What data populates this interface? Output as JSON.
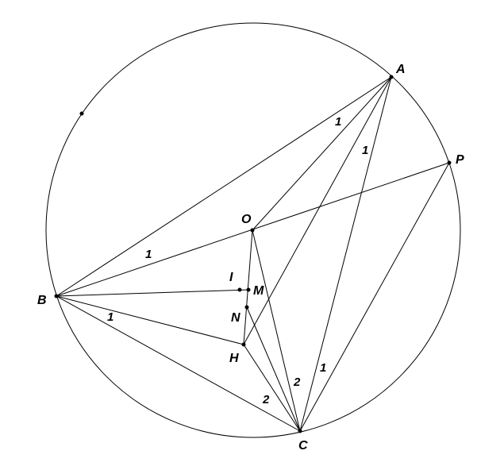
{
  "diagram": {
    "points": [
      {
        "id": "A",
        "label": "A"
      },
      {
        "id": "B",
        "label": "B"
      },
      {
        "id": "C",
        "label": "C"
      },
      {
        "id": "P",
        "label": "P"
      },
      {
        "id": "O",
        "label": "O"
      },
      {
        "id": "I",
        "label": "I"
      },
      {
        "id": "M",
        "label": "M"
      },
      {
        "id": "N",
        "label": "N"
      },
      {
        "id": "H",
        "label": "H"
      },
      {
        "id": "D",
        "label": ""
      }
    ],
    "segments": [
      [
        "A",
        "B"
      ],
      [
        "A",
        "C"
      ],
      [
        "B",
        "C"
      ],
      [
        "B",
        "P"
      ],
      [
        "P",
        "C"
      ],
      [
        "A",
        "O"
      ],
      [
        "O",
        "C"
      ],
      [
        "O",
        "H"
      ],
      [
        "A",
        "H"
      ],
      [
        "B",
        "H"
      ],
      [
        "H",
        "C"
      ],
      [
        "B",
        "M"
      ],
      [
        "N",
        "C"
      ]
    ],
    "edge_labels": [
      {
        "id": "ab",
        "text": "1"
      },
      {
        "id": "ah",
        "text": "1"
      },
      {
        "id": "bo",
        "text": "1"
      },
      {
        "id": "bh",
        "text": "1"
      },
      {
        "id": "bc",
        "text": "2"
      },
      {
        "id": "oc",
        "text": "2"
      },
      {
        "id": "ac",
        "text": "1"
      }
    ]
  }
}
